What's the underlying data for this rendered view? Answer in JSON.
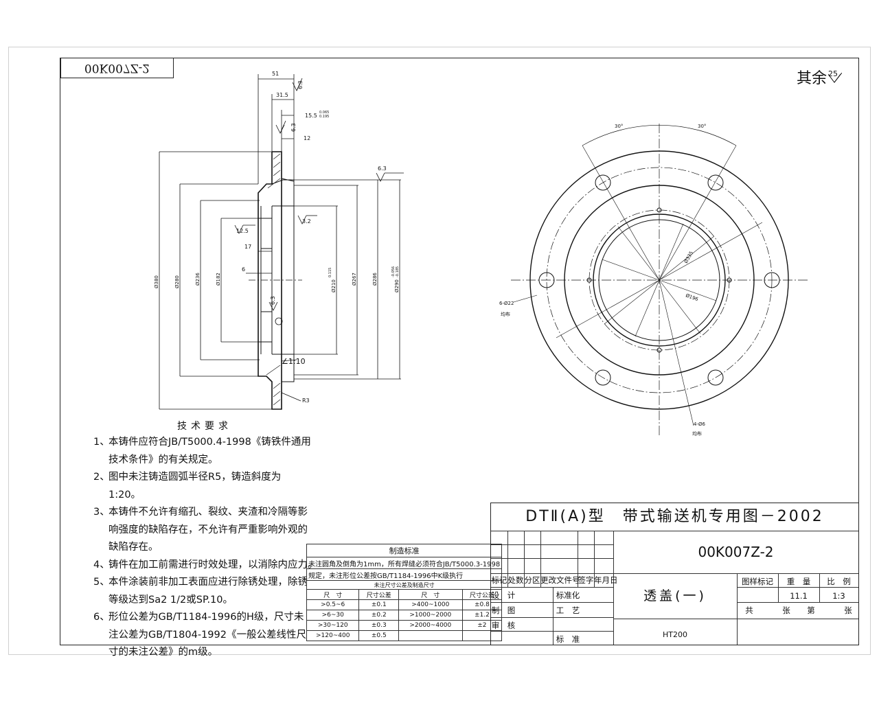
{
  "drawing_code_mirror": "00K007Z-2",
  "surface_finish_rest": {
    "label": "其余",
    "value": "25"
  },
  "section_view": {
    "dims": {
      "d51": "51",
      "d31_5": "31.5",
      "d15_5": "15.5",
      "d15_5_tol_upper": "0.065",
      "d15_5_tol_lower": "0.195",
      "d12": "12",
      "d17": "17",
      "d6": "6",
      "phi380": "Ø380",
      "phi280": "Ø280",
      "phi236": "Ø236",
      "phi182": "Ø182",
      "phi210": "Ø210",
      "phi210_tol": "0.115",
      "phi267": "Ø267",
      "phi286": "Ø286",
      "phi290": "Ø290",
      "phi290_tol_upper": "-0.056",
      "phi290_tol_lower": "-0.185",
      "taper": "∠1:10",
      "radius": "R3"
    },
    "roughness": [
      "6.3",
      "6.3",
      "6.3",
      "12.5",
      "3.2",
      "6.3"
    ]
  },
  "front_view": {
    "angle_left": "30°",
    "angle_right": "30°",
    "phi335": "Ø335",
    "phi196": "Ø196",
    "holes_6": "6-Ø22",
    "holes_6_note": "均布",
    "holes_4": "4-Ø6",
    "holes_4_note": "均布"
  },
  "tech_requirements": {
    "title": "技术要求",
    "items": [
      {
        "num": "1、",
        "text": "本铸件应符合JB/T5000.4-1998《铸铁件通用技术条件》的有关规定。"
      },
      {
        "num": "2、",
        "text": "图中未注铸造圆弧半径R5，铸造斜度为1:20。"
      },
      {
        "num": "3、",
        "text": "本铸件不允许有缩孔、裂纹、夹渣和冷隔等影响强度的缺陷存在，不允许有严重影响外观的缺陷存在。"
      },
      {
        "num": "4、",
        "text": "铸件在加工前需进行时效处理，以消除内应力。"
      },
      {
        "num": "5、",
        "text": "本件涂装前非加工表面应进行除锈处理，除锈等级达到Sa2 1/2或SP.10。"
      },
      {
        "num": "6、",
        "text": "形位公差为GB/T1184-1996的H级，尺寸未注公差为GB/T1804-1992《一般公差线性尺寸的未注公差》的m级。"
      }
    ]
  },
  "mfg_standard": {
    "title": "制造标准",
    "note1": "未注圆角及倒角为1mm，所有焊缝必须符合JB/T5000.3-1998",
    "note2": "规定，未注形位公差按GB/T1184-1996中K级执行",
    "sub_title": "未注尺寸公差及制造尺寸",
    "headers": [
      "尺　寸",
      "尺寸公差",
      "尺　寸",
      "尺寸公差"
    ],
    "rows": [
      [
        ">0.5~6",
        "±0.1",
        ">400~1000",
        "±0.8"
      ],
      [
        ">6~30",
        "±0.2",
        ">1000~2000",
        "±1.2"
      ],
      [
        ">30~120",
        "±0.3",
        ">2000~4000",
        "±2"
      ],
      [
        ">120~400",
        "±0.5",
        "",
        ""
      ]
    ]
  },
  "title_block": {
    "title": "DTⅡ(A)型　带式输送机专用图－2002",
    "code": "00K007Z-2",
    "part_name": "透盖(一)",
    "material": "HT200",
    "rev_headers": [
      "标记",
      "处数",
      "分区",
      "更改文件号",
      "签字",
      "年月日"
    ],
    "design": "设　计",
    "drafting": "制　图",
    "review": "审　核",
    "standardize": "标准化",
    "process": "工　艺",
    "standard": "标　准",
    "stage_mark": "图样标记",
    "weight_label": "重　量",
    "scale_label": "比　例",
    "weight": "11.1",
    "scale": "1:3",
    "total": "共",
    "sheets": "张",
    "no": "第",
    "sheet": "张"
  }
}
